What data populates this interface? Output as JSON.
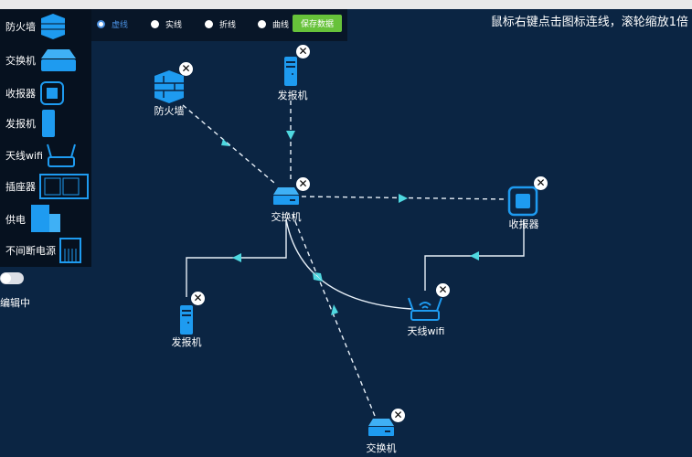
{
  "sidebar": {
    "items": [
      {
        "label": "防火墙",
        "icon": "firewall-icon"
      },
      {
        "label": "交换机",
        "icon": "switch-icon"
      },
      {
        "label": "收报器",
        "icon": "chip-icon"
      },
      {
        "label": "发报机",
        "icon": "server-icon"
      },
      {
        "label": "天线wifi",
        "icon": "router-icon"
      },
      {
        "label": "插座器",
        "icon": "socket-icon"
      },
      {
        "label": "供电",
        "icon": "power-icon"
      },
      {
        "label": "不间断电源",
        "icon": "ups-icon"
      }
    ]
  },
  "toolbar": {
    "options": [
      "虚线",
      "实线",
      "折线",
      "曲线"
    ],
    "selected": "虚线",
    "save_label": "保存数据"
  },
  "hint": "鼠标右键点击图标连线，滚轮缩放1倍",
  "edit_toggle": {
    "label": "编辑中",
    "on": false
  },
  "nodes": [
    {
      "label": "防火墙",
      "type": "firewall"
    },
    {
      "label": "发报机",
      "type": "server"
    },
    {
      "label": "交换机",
      "type": "switch"
    },
    {
      "label": "收报器",
      "type": "chip"
    },
    {
      "label": "天线wifi",
      "type": "router"
    },
    {
      "label": "发报机",
      "type": "server"
    },
    {
      "label": "交换机",
      "type": "switch"
    }
  ],
  "colors": {
    "background": "#0b2543",
    "icon": "#1e9bf0",
    "arrow": "#4fd8e0",
    "save": "#67c23a"
  }
}
